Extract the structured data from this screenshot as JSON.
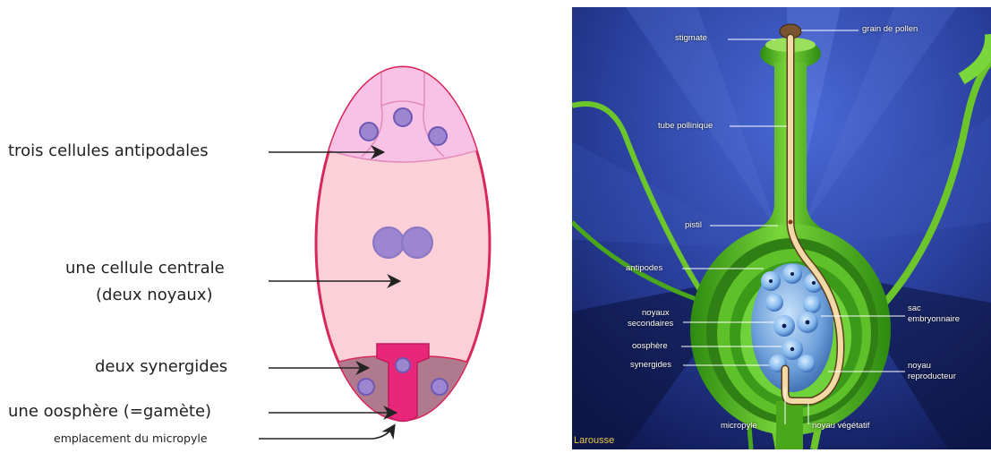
{
  "left_diagram": {
    "labels": {
      "antipodales": "trois cellules antipodales",
      "centrale_1": "une cellule centrale",
      "centrale_2": "(deux noyaux)",
      "synergides": "deux synergides",
      "oosphere": "une oosphère (=gamète)",
      "micropyle": "emplacement du micropyle"
    },
    "colors": {
      "outline": "#d8285a",
      "sac_fill": "#fbd0d8",
      "antipodal_fill": "#f7c2e6",
      "nucleus_fill": "#9b86cf",
      "synergide_fill": "#b07a8e",
      "oosphere_fill": "#e8277a"
    }
  },
  "right_diagram": {
    "labels": {
      "stigmate": "stigmate",
      "grain": "grain de pollen",
      "tube": "tube pollinique",
      "pistil": "pistil",
      "antipodes": "antipodes",
      "noyaux_1": "noyaux",
      "noyaux_2": "secondaires",
      "oosphere": "oosphère",
      "synergides": "synergides",
      "sac_1": "sac",
      "sac_2": "embryonnaire",
      "noyau_rep_1": "noyau",
      "noyau_rep_2": "reproducteur",
      "micropyle": "micropyle",
      "noyau_veg": "noyau végétatif"
    },
    "brand": "Larousse",
    "colors": {
      "background": "#1b2a78",
      "tissue": "#4db51e",
      "tube": "#f2d9a6",
      "cells": "#7fb4ea"
    }
  }
}
